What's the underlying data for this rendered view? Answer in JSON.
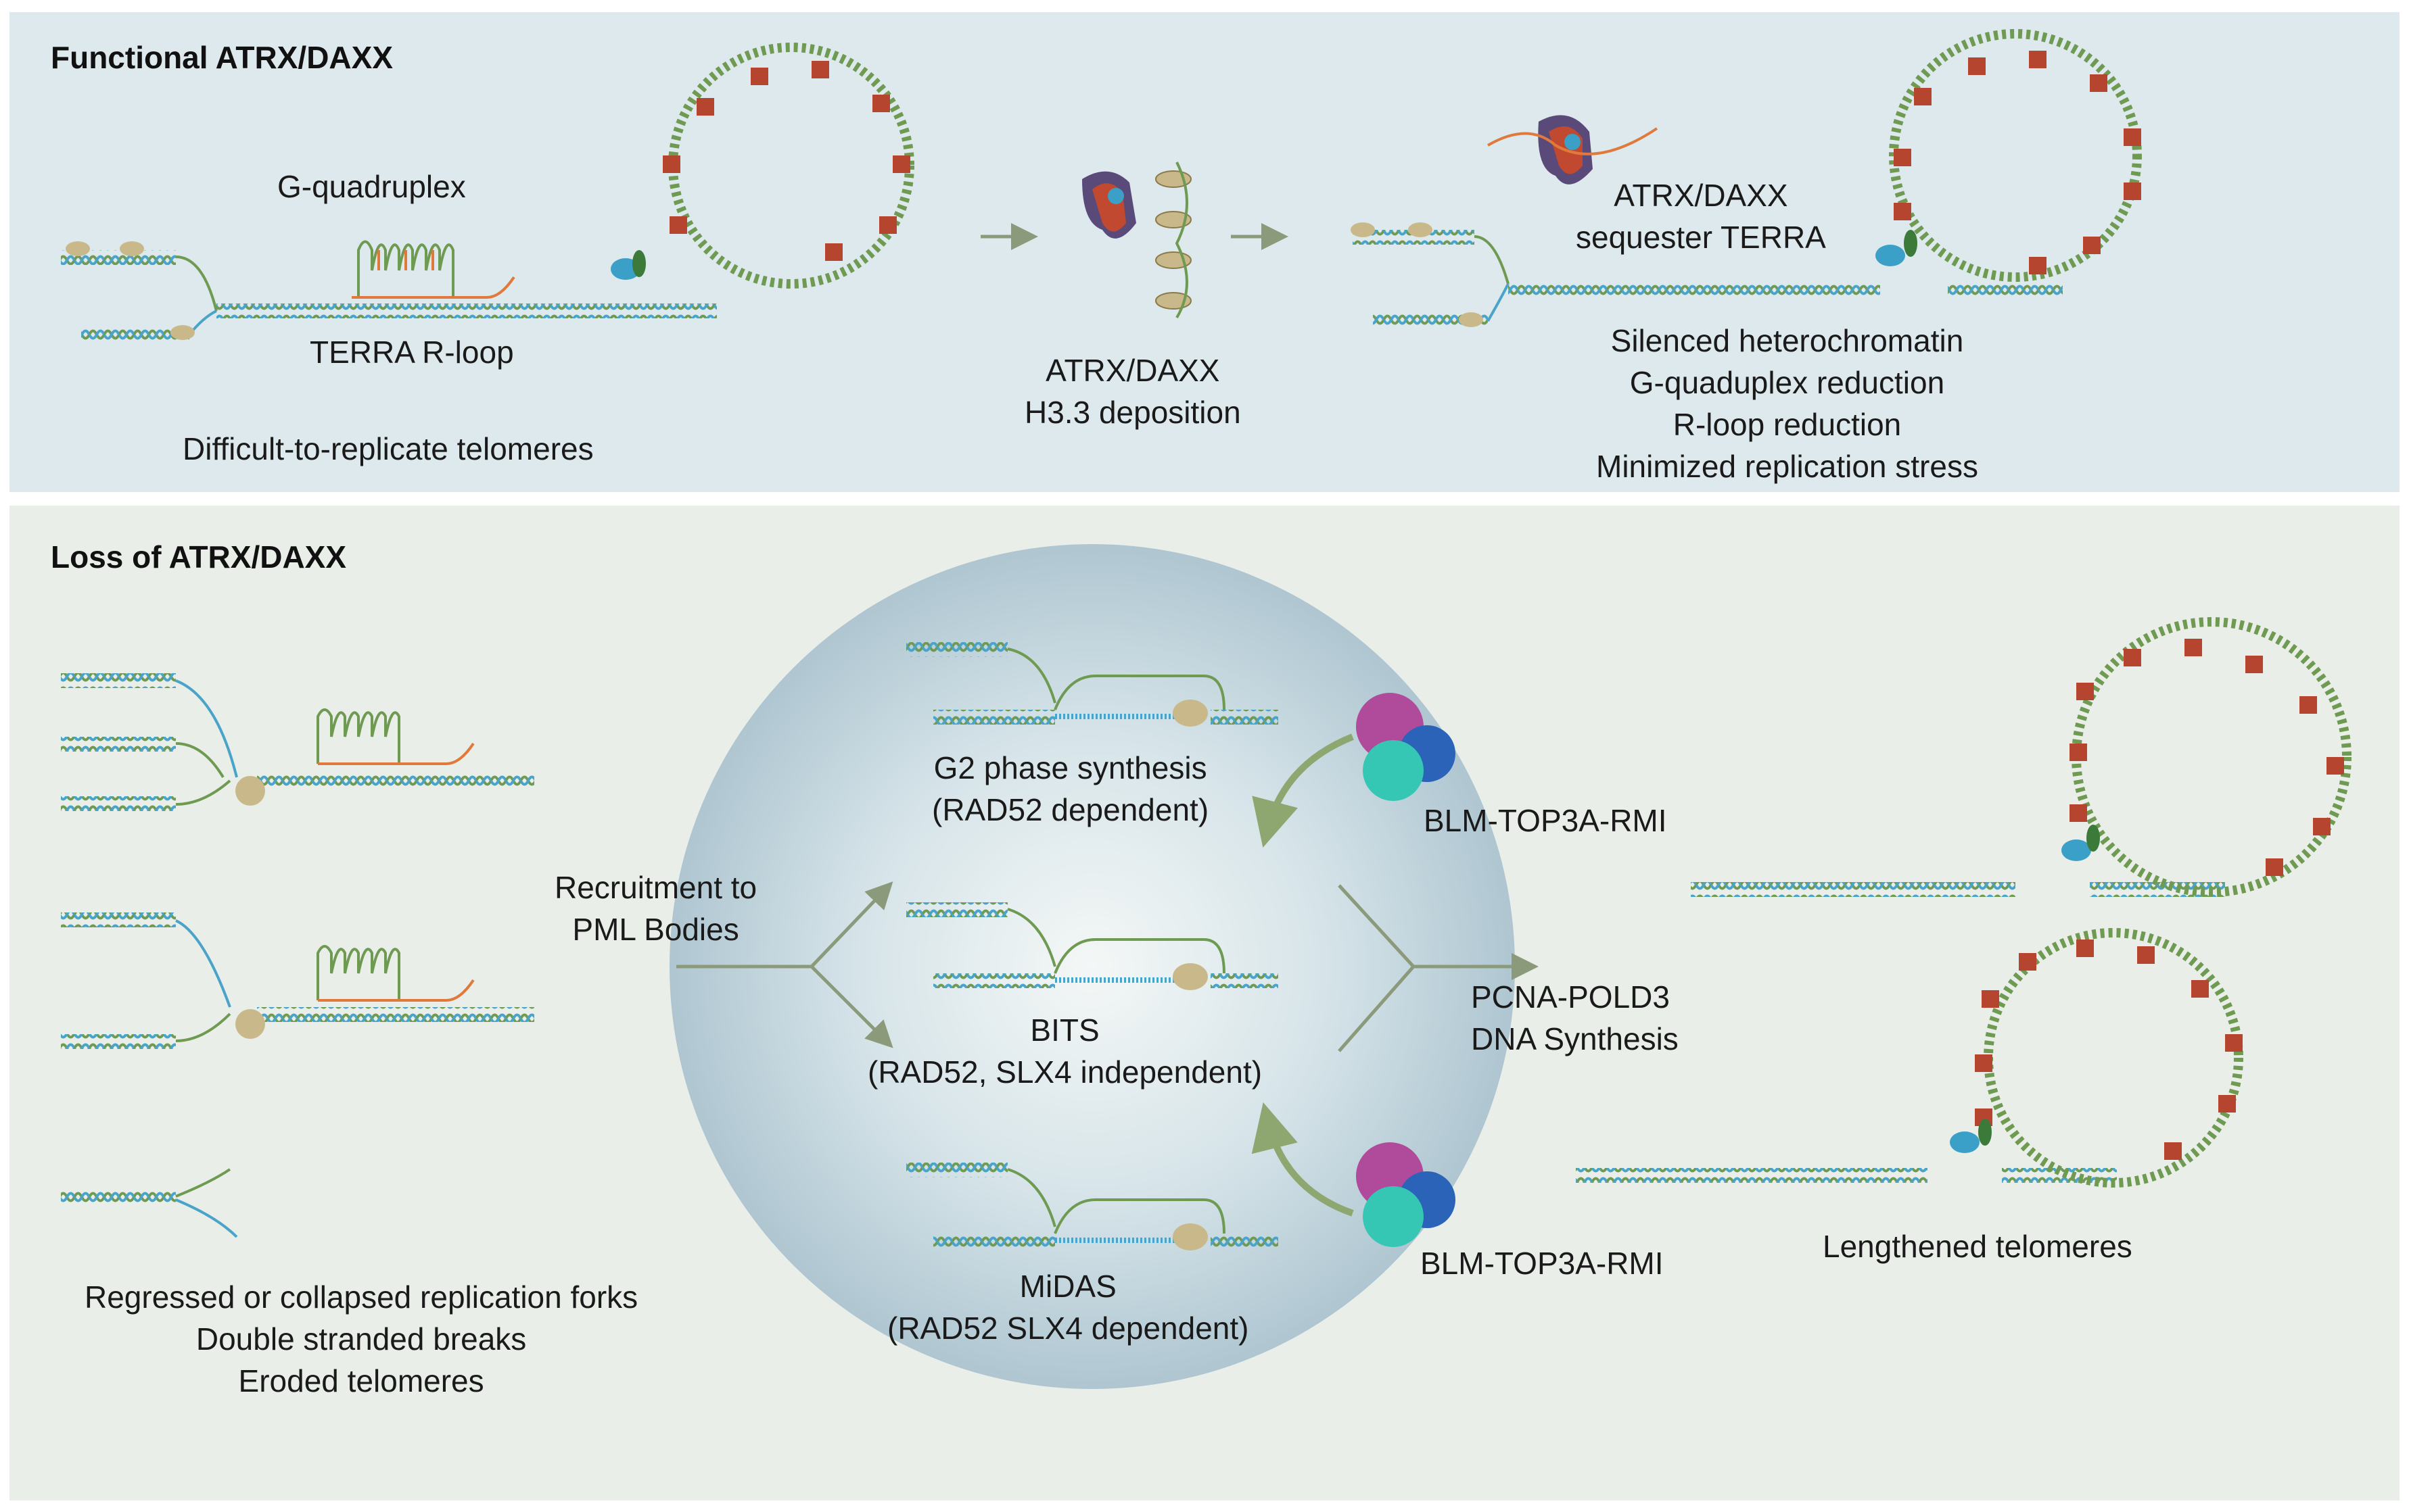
{
  "panels": {
    "top": {
      "title": "Functional ATRX/DAXX",
      "bg": "#dde9ec"
    },
    "bottom": {
      "title": "Loss of ATRX/DAXX",
      "bg": "#eaeee9"
    }
  },
  "top": {
    "g_quadruplex": "G-quadruplex",
    "terra_rloop": "TERRA R-loop",
    "difficult": "Difficult-to-replicate telomeres",
    "atrx_daxx": "ATRX/DAXX",
    "h33": "H3.3 deposition",
    "sequester_1": "ATRX/DAXX",
    "sequester_2": "sequester TERRA",
    "outcomes": [
      "Silenced heterochromatin",
      "G-quaduplex reduction",
      "R-loop reduction",
      "Minimized replication stress"
    ]
  },
  "bottom": {
    "left_notes": [
      "Regressed or collapsed replication forks",
      "Double stranded breaks",
      "Eroded telomeres"
    ],
    "recruitment_1": "Recruitment to",
    "recruitment_2": "PML Bodies",
    "g2_1": "G2 phase synthesis",
    "g2_2": "(RAD52 dependent)",
    "bits_1": "BITS",
    "bits_2": "(RAD52, SLX4 independent)",
    "midas_1": "MiDAS",
    "midas_2": "(RAD52 SLX4 dependent)",
    "blm_top": "BLM-TOP3A-RMI",
    "blm_bottom": "BLM-TOP3A-RMI",
    "pcna_1": "PCNA-POLD3",
    "pcna_2": "DNA Synthesis",
    "lengthened": "Lengthened telomeres"
  },
  "colors": {
    "dna_green": "#6f9a52",
    "dna_blue": "#4aa3c8",
    "rna_orange": "#e07a3c",
    "quadruplex_red": "#b5452f",
    "arrow": "#8a9a7a",
    "circle": "#b9cfd8"
  }
}
